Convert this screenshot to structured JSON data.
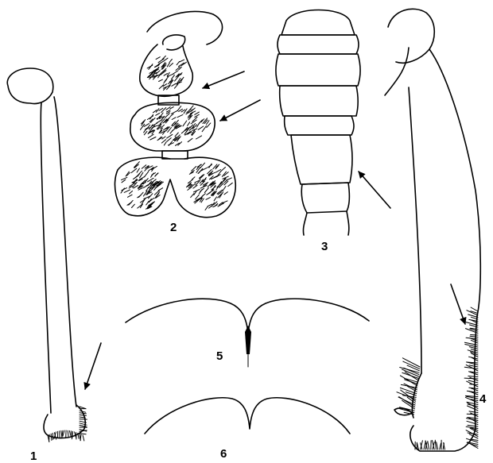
{
  "figures": [
    {
      "id": "fig-1",
      "label": "1"
    },
    {
      "id": "fig-2",
      "label": "2"
    },
    {
      "id": "fig-3",
      "label": "3"
    },
    {
      "id": "fig-4",
      "label": "4"
    },
    {
      "id": "fig-5",
      "label": "5"
    },
    {
      "id": "fig-6",
      "label": "6"
    }
  ],
  "colors": {
    "ink": "#000000",
    "paper": "#ffffff"
  }
}
